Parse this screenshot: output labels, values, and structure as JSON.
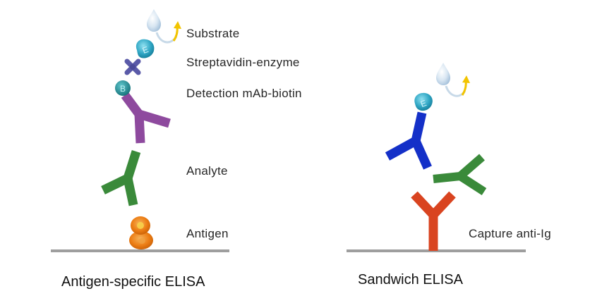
{
  "labels": {
    "substrate": "Substrate",
    "streptavidin_enzyme": "Streptavidin-enzyme",
    "detection_mab_biotin": "Detection mAb-biotin",
    "analyte": "Analyte",
    "antigen": "Antigen",
    "capture_anti_ig": "Capture anti-Ig"
  },
  "badges": {
    "enzyme_letter": "E",
    "biotin_letter": "B"
  },
  "captions": {
    "left": "Antigen-specific ELISA",
    "right": "Sandwich ELISA"
  },
  "colors": {
    "surface": "#9e9e9e",
    "detection_antibody": "#8e4a9e",
    "analyte_antibody": "#3a8a3a",
    "antigen": "#e8760f",
    "enzyme": "#2fa6c4",
    "biotin": "#1f8f99",
    "streptavidin": "#5a5aa8",
    "sandwich_detection_antibody": "#1430c8",
    "capture_antibody": "#d94420",
    "substrate_drop": "#bcd2e6",
    "substrate_arrow": "#f2c400"
  },
  "icons": {
    "substrate": "droplet-with-arrow-icon",
    "enzyme": "enzyme-blob-icon",
    "streptavidin": "cross-icon",
    "biotin": "circle-badge-icon"
  }
}
